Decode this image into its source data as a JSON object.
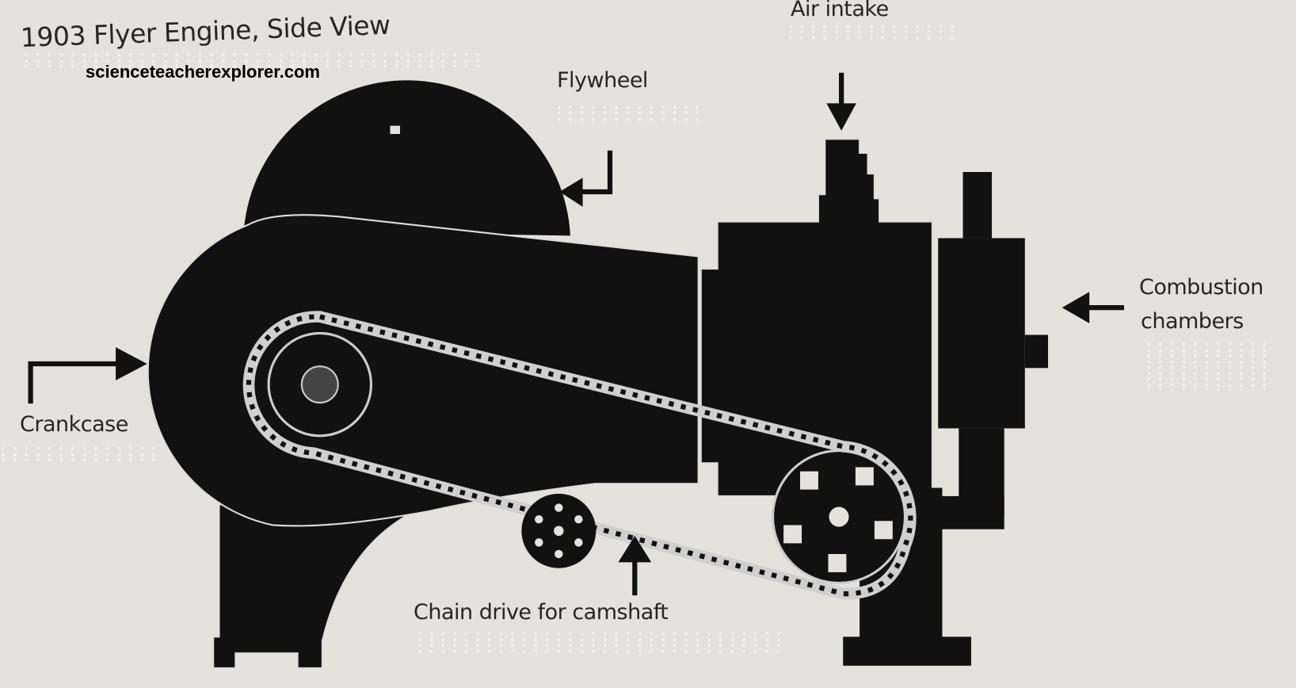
{
  "title": "1903 Flyer Engine, Side View",
  "watermark": "scienceteacherexplorer.com",
  "labels": {
    "flywheel": "Flywheel",
    "air_intake": "Air intake",
    "combustion_line1": "Combustion",
    "combustion_line2": "chambers",
    "crankcase": "Crankcase",
    "chain_drive": "Chain drive for camshaft"
  },
  "colors": {
    "background": "#e4e2dc",
    "engine": "#111111",
    "chain": "#c8c8c8",
    "text": "#262626"
  }
}
